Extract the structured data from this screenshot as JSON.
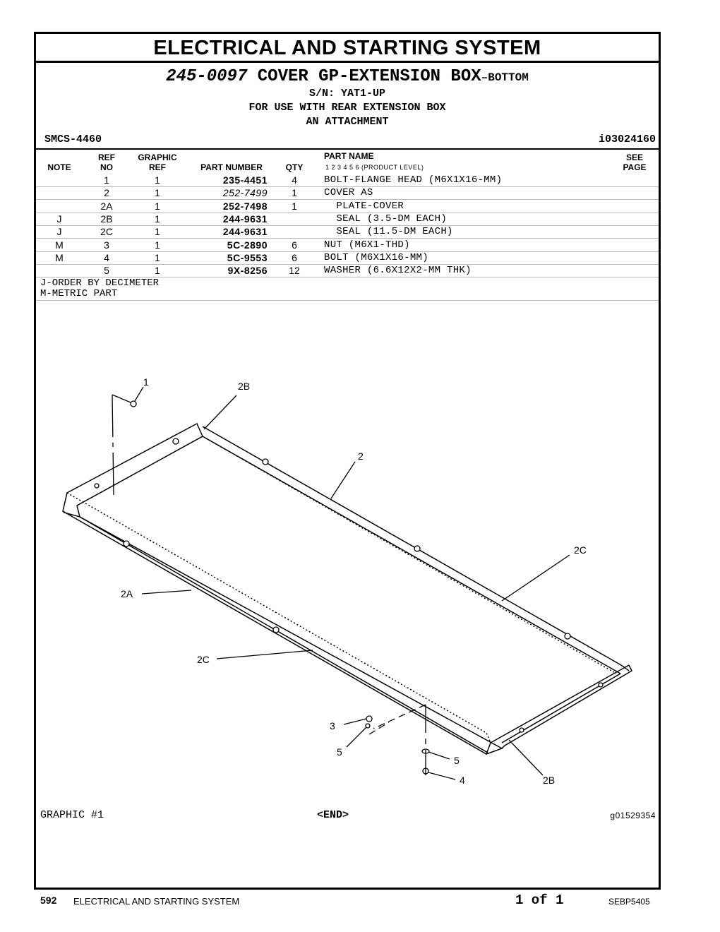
{
  "header": {
    "title": "ELECTRICAL AND STARTING SYSTEM",
    "part_number": "245-0097",
    "part_title": "COVER GP-EXTENSION BOX",
    "part_title_suffix": "–BOTTOM",
    "sn": "S/N: YAT1-UP",
    "usage": "FOR USE WITH REAR EXTENSION BOX",
    "usage2": "AN ATTACHMENT",
    "smcs": "SMCS-4460",
    "info_id": "i03024160"
  },
  "columns": {
    "note": "NOTE",
    "ref_top": "REF",
    "ref_bottom": "NO",
    "graphic_top": "GRAPHIC",
    "graphic_bottom": "REF",
    "part_number": "PART NUMBER",
    "qty": "QTY",
    "part_name": "PART NAME",
    "product_level": "1   2   3   4   5   6   (PRODUCT LEVEL)",
    "see_top": "SEE",
    "see_bottom": "PAGE"
  },
  "parts": [
    {
      "note": "",
      "ref": "1",
      "gref": "1",
      "pn": "235-4451",
      "qty": "4",
      "name": "BOLT-FLANGE HEAD (M6X1X16-MM)"
    },
    {
      "note": "",
      "ref": "2",
      "gref": "1",
      "pn": "252-7499",
      "qty": "1",
      "name": "COVER AS"
    },
    {
      "note": "",
      "ref": "2A",
      "gref": "1",
      "pn": "252-7498",
      "qty": "1",
      "name": "  PLATE-COVER"
    },
    {
      "note": "J",
      "ref": "2B",
      "gref": "1",
      "pn": "244-9631",
      "qty": "",
      "name": "  SEAL (3.5-DM EACH)"
    },
    {
      "note": "J",
      "ref": "2C",
      "gref": "1",
      "pn": "244-9631",
      "qty": "",
      "name": "  SEAL (11.5-DM EACH)"
    },
    {
      "note": "M",
      "ref": "3",
      "gref": "1",
      "pn": "5C-2890",
      "qty": "6",
      "name": "NUT (M6X1-THD)"
    },
    {
      "note": "M",
      "ref": "4",
      "gref": "1",
      "pn": "5C-9553",
      "qty": "6",
      "name": "BOLT (M6X1X16-MM)"
    },
    {
      "note": "",
      "ref": "5",
      "gref": "1",
      "pn": "9X-8256",
      "qty": "12",
      "name": "WASHER (6.6X12X2-MM THK)"
    }
  ],
  "notes": [
    "J-ORDER BY DECIMETER",
    "M-METRIC PART"
  ],
  "callouts": {
    "c1": "1",
    "c2B_top": "2B",
    "c2": "2",
    "c2C_right": "2C",
    "c2A": "2A",
    "c2C_left": "2C",
    "c3": "3",
    "c5_left": "5",
    "c5_right": "5",
    "c4": "4",
    "c2B_bottom": "2B"
  },
  "graphic": {
    "label": "GRAPHIC #1",
    "end": "<END>",
    "id": "g01529354"
  },
  "footer": {
    "page": "592",
    "section": "ELECTRICAL AND STARTING SYSTEM",
    "page_of": "1 of 1",
    "doc": "SEBP5405"
  }
}
